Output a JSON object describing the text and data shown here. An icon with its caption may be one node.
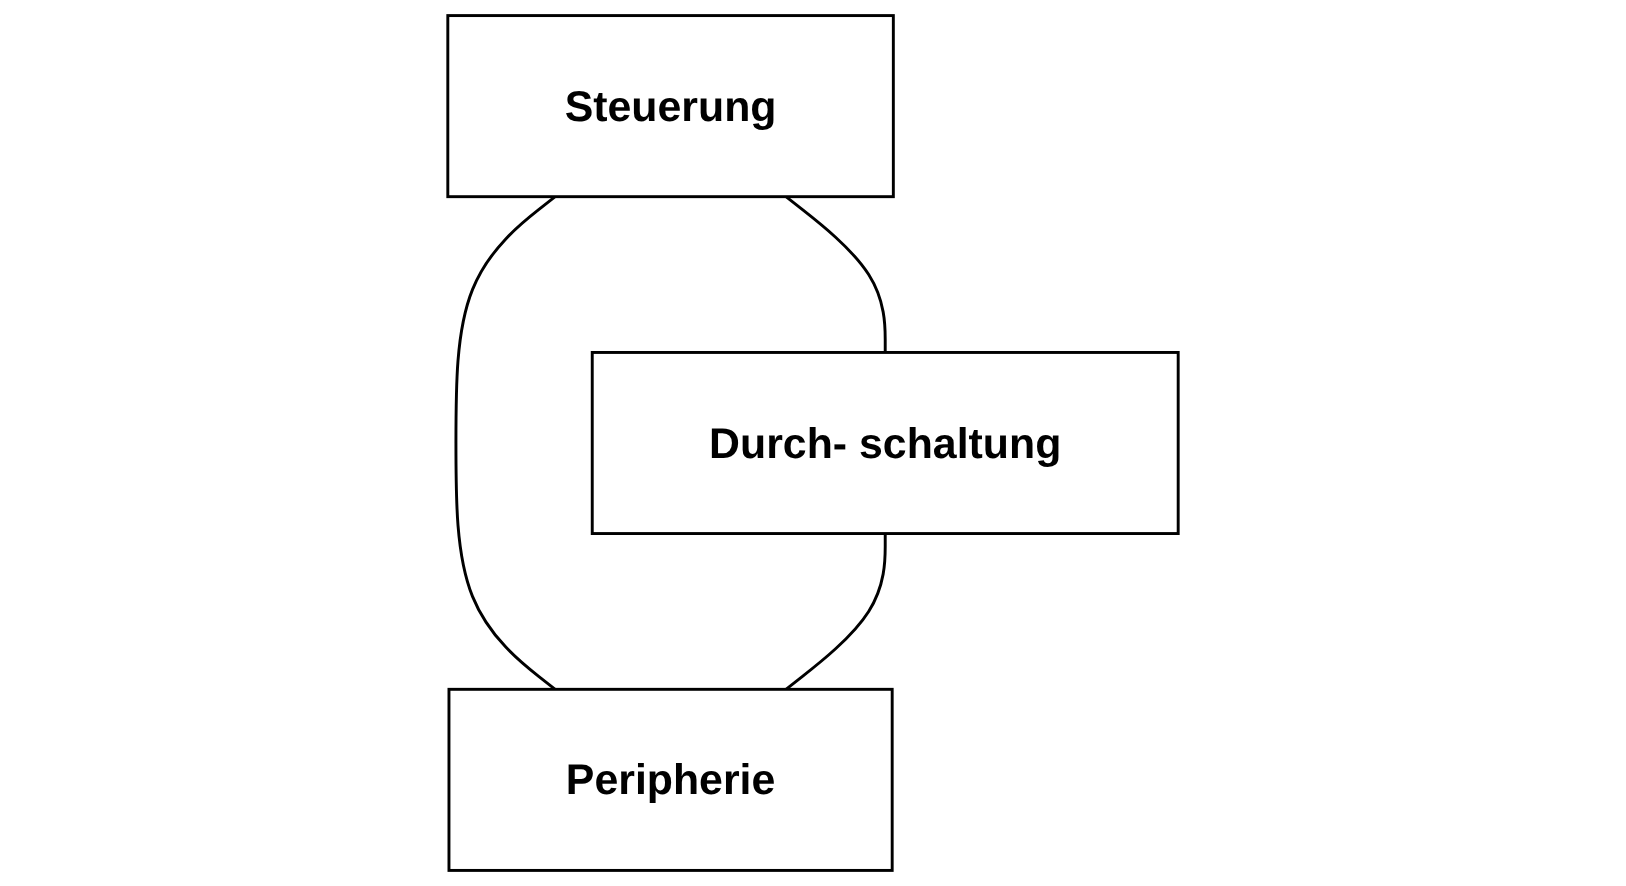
{
  "diagram": {
    "nodes": [
      {
        "text": [
          "Steuerung"
        ]
      },
      {
        "text": [
          "Durch- schaltung"
        ]
      },
      {
        "text": [
          "Peripherie"
        ]
      }
    ],
    "edges": [
      {
        "from": 0,
        "to": 1,
        "arrow": "none"
      },
      {
        "from": 0,
        "to": 2,
        "arrow": "none"
      },
      {
        "from": 1,
        "to": 2,
        "arrow": "none"
      }
    ]
  }
}
